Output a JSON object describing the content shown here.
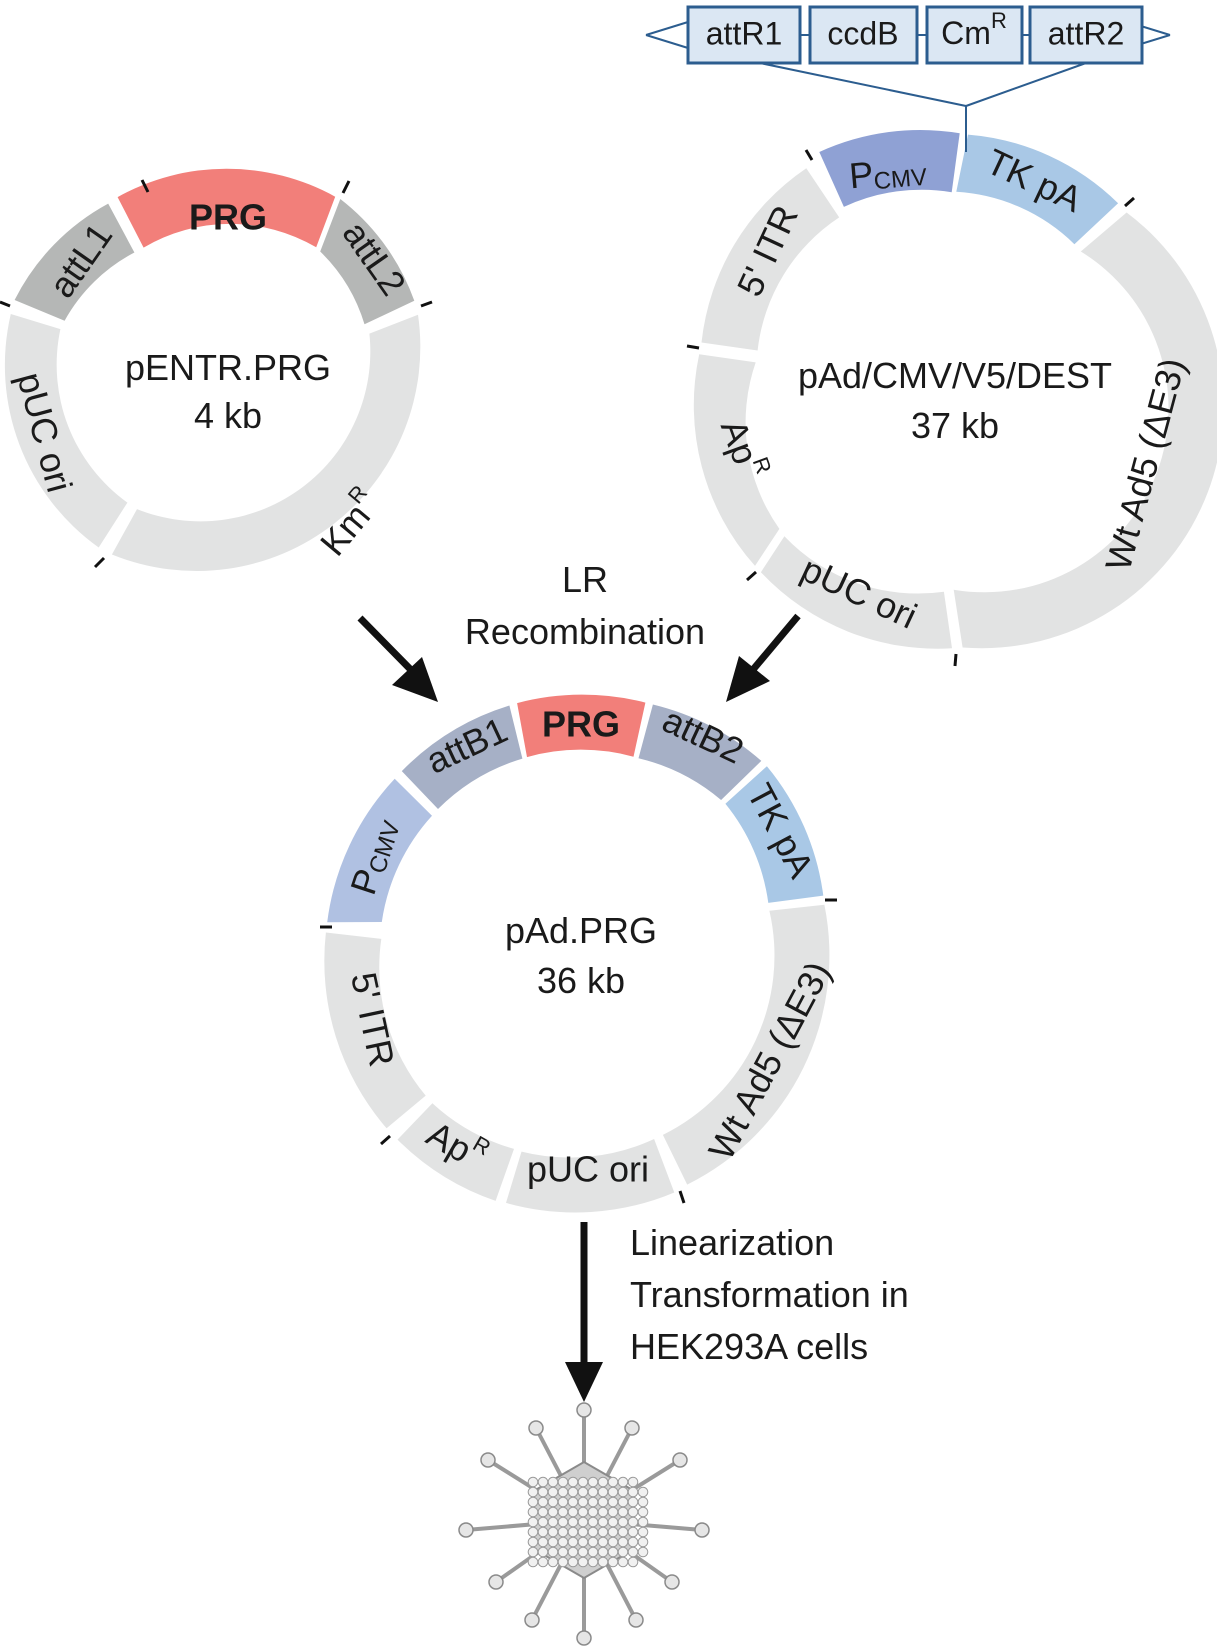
{
  "colors": {
    "grey": "#e2e3e3",
    "dark_grey": "#b5b7b6",
    "prg_red": "#f27f7a",
    "cmv_blue": "#8fa1d4",
    "cmv_light": "#b0c1e2",
    "tkpa_blue": "#a9c8e6",
    "attb_grey_blue": "#a6b0c6",
    "cassette_fill": "#dbe7f3",
    "cassette_border": "#2c5d8f",
    "arrow": "#111111"
  },
  "plasmids": {
    "pentr": {
      "name": "pENTR.PRG",
      "size": "4 kb",
      "segments": [
        {
          "label": "PRG",
          "color": "prg_red"
        },
        {
          "label": "attL2",
          "color": "dark_grey"
        },
        {
          "label": "KmR",
          "color": "grey"
        },
        {
          "label": "pUC ori",
          "color": "grey"
        },
        {
          "label": "attL1",
          "color": "dark_grey"
        }
      ]
    },
    "pdest": {
      "name": "pAd/CMV/V5/DEST",
      "size": "37 kb",
      "segments": [
        {
          "label": "P CMV",
          "color": "cmv_blue"
        },
        {
          "label": "TK pA",
          "color": "tkpa_blue"
        },
        {
          "label": "Wt Ad5 (ΔE3)",
          "color": "grey"
        },
        {
          "label": "pUC ori",
          "color": "grey"
        },
        {
          "label": "ApR",
          "color": "grey"
        },
        {
          "label": "5' ITR",
          "color": "grey"
        }
      ]
    },
    "pad": {
      "name": "pAd.PRG",
      "size": "36 kb",
      "segments": [
        {
          "label": "PRG",
          "color": "prg_red"
        },
        {
          "label": "attB2",
          "color": "attb_grey_blue"
        },
        {
          "label": "TK pA",
          "color": "tkpa_blue"
        },
        {
          "label": "Wt Ad5 (ΔE3)",
          "color": "grey"
        },
        {
          "label": "pUC ori",
          "color": "grey"
        },
        {
          "label": "ApR",
          "color": "grey"
        },
        {
          "label": "5' ITR",
          "color": "grey"
        },
        {
          "label": "P CMV",
          "color": "cmv_light"
        },
        {
          "label": "attB1",
          "color": "attb_grey_blue"
        }
      ]
    }
  },
  "cassette": [
    "attR1",
    "ccdB",
    "CmR",
    "attR2"
  ],
  "steps": {
    "lr_line1": "LR",
    "lr_line2": "Recombination",
    "lin_line1": "Linearization",
    "lin_line2": "Transformation in",
    "lin_line3": "HEK293A cells"
  },
  "icons": {
    "virus": "adenovirus-particle-icon"
  }
}
